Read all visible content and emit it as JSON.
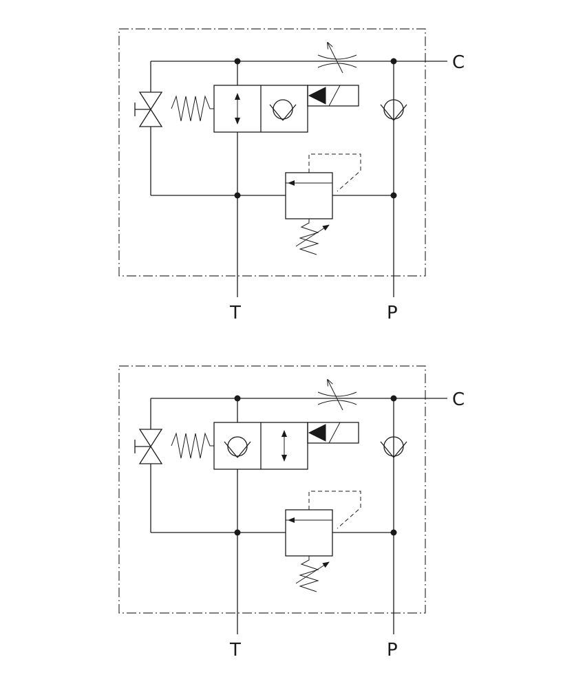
{
  "diagrams": [
    {
      "port_c": "C",
      "port_t": "T",
      "port_p": "P",
      "valve_state": "flow-through"
    },
    {
      "port_c": "C",
      "port_t": "T",
      "port_p": "P",
      "valve_state": "check-blocked"
    }
  ]
}
